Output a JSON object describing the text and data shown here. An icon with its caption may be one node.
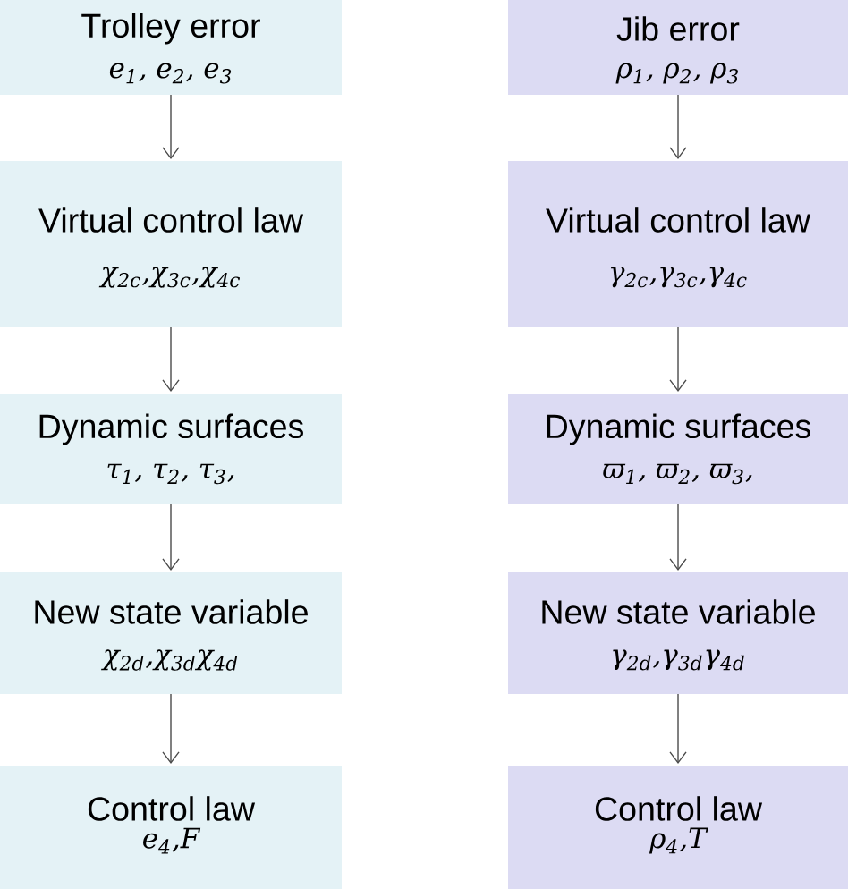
{
  "diagram": {
    "nodes": [
      {
        "text": [
          "Trolley error",
          "e$_{1}$, e$_{2}$, e$_{3}$"
        ]
      },
      {
        "text": [
          "Virtual control law",
          "χ$_{2c}$,χ$_{3c}$,χ$_{4c}$"
        ]
      },
      {
        "text": [
          "Dynamic surfaces",
          "τ$_{1}$, τ$_{2}$, τ$_{3}$,"
        ]
      },
      {
        "text": [
          "New state variable",
          "χ$_{2d}$,χ$_{3d}$χ$_{4d}$"
        ]
      },
      {
        "text": [
          "Control law",
          "e$_{4}$,F"
        ]
      },
      {
        "text": [
          "Jib error",
          "ρ$_{1}$, ρ$_{2}$, ρ$_{3}$"
        ]
      },
      {
        "text": [
          "Virtual control law",
          "γ$_{2c}$,γ$_{3c}$,γ$_{4c}$"
        ]
      },
      {
        "text": [
          "Dynamic surfaces",
          "ϖ$_{1}$, ϖ$_{2}$, ϖ$_{3}$,"
        ]
      },
      {
        "text": [
          "New state variable",
          "γ$_{2d}$,γ$_{3d}$γ$_{4d}$"
        ]
      },
      {
        "text": [
          "Control law",
          "ρ$_{4}$,T"
        ]
      }
    ],
    "edges": [
      {
        "from": 0,
        "to": 1,
        "arrow": "to"
      },
      {
        "from": 1,
        "to": 2,
        "arrow": "to"
      },
      {
        "from": 2,
        "to": 3,
        "arrow": "to"
      },
      {
        "from": 3,
        "to": 4,
        "arrow": "to"
      },
      {
        "from": 5,
        "to": 6,
        "arrow": "to"
      },
      {
        "from": 6,
        "to": 7,
        "arrow": "to"
      },
      {
        "from": 7,
        "to": 8,
        "arrow": "to"
      },
      {
        "from": 8,
        "to": 9,
        "arrow": "to"
      }
    ]
  }
}
